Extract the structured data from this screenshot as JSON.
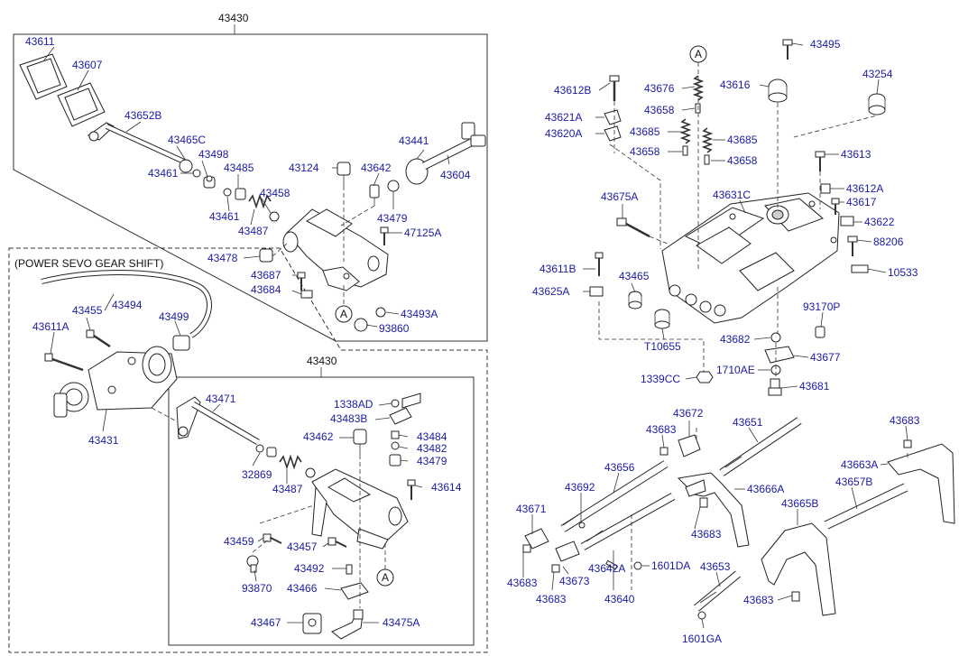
{
  "diagram": {
    "assembly_main": "43430",
    "assembly_sub": "43430",
    "power_servo_title": "(POWER SEVO GEAR SHIFT)",
    "reference_marker": "A",
    "labels": [
      "43611",
      "43607",
      "43652B",
      "43465C",
      "43498",
      "43461",
      "43485",
      "43461",
      "43458",
      "43487",
      "43124",
      "43642",
      "43441",
      "43604",
      "43479",
      "47125A",
      "43478",
      "43687",
      "43684",
      "43493A",
      "93860",
      "43494",
      "43455",
      "43499",
      "43611A",
      "43431",
      "43471",
      "1338AD",
      "43483B",
      "43462",
      "43484",
      "43482",
      "43479",
      "32869",
      "43487",
      "43614",
      "43459",
      "43457",
      "43492",
      "93870",
      "43466",
      "43467",
      "43475A",
      "43495",
      "43254",
      "43612B",
      "43676",
      "43616",
      "43658",
      "43621A",
      "43620A",
      "43685",
      "43685",
      "43658",
      "43658",
      "43613",
      "43612A",
      "43675A",
      "43631C",
      "43617",
      "43622",
      "88206",
      "43611B",
      "43465",
      "10533",
      "43625A",
      "93170P",
      "T10655",
      "43682",
      "43677",
      "1710AE",
      "1339CC",
      "43681",
      "43672",
      "43683",
      "43651",
      "43683",
      "43656",
      "43663A",
      "43692",
      "43666A",
      "43657B",
      "43671",
      "43683",
      "43665B",
      "43683",
      "43673",
      "43642A",
      "1601DA",
      "43653",
      "43683",
      "43683",
      "43640",
      "1601GA"
    ]
  }
}
